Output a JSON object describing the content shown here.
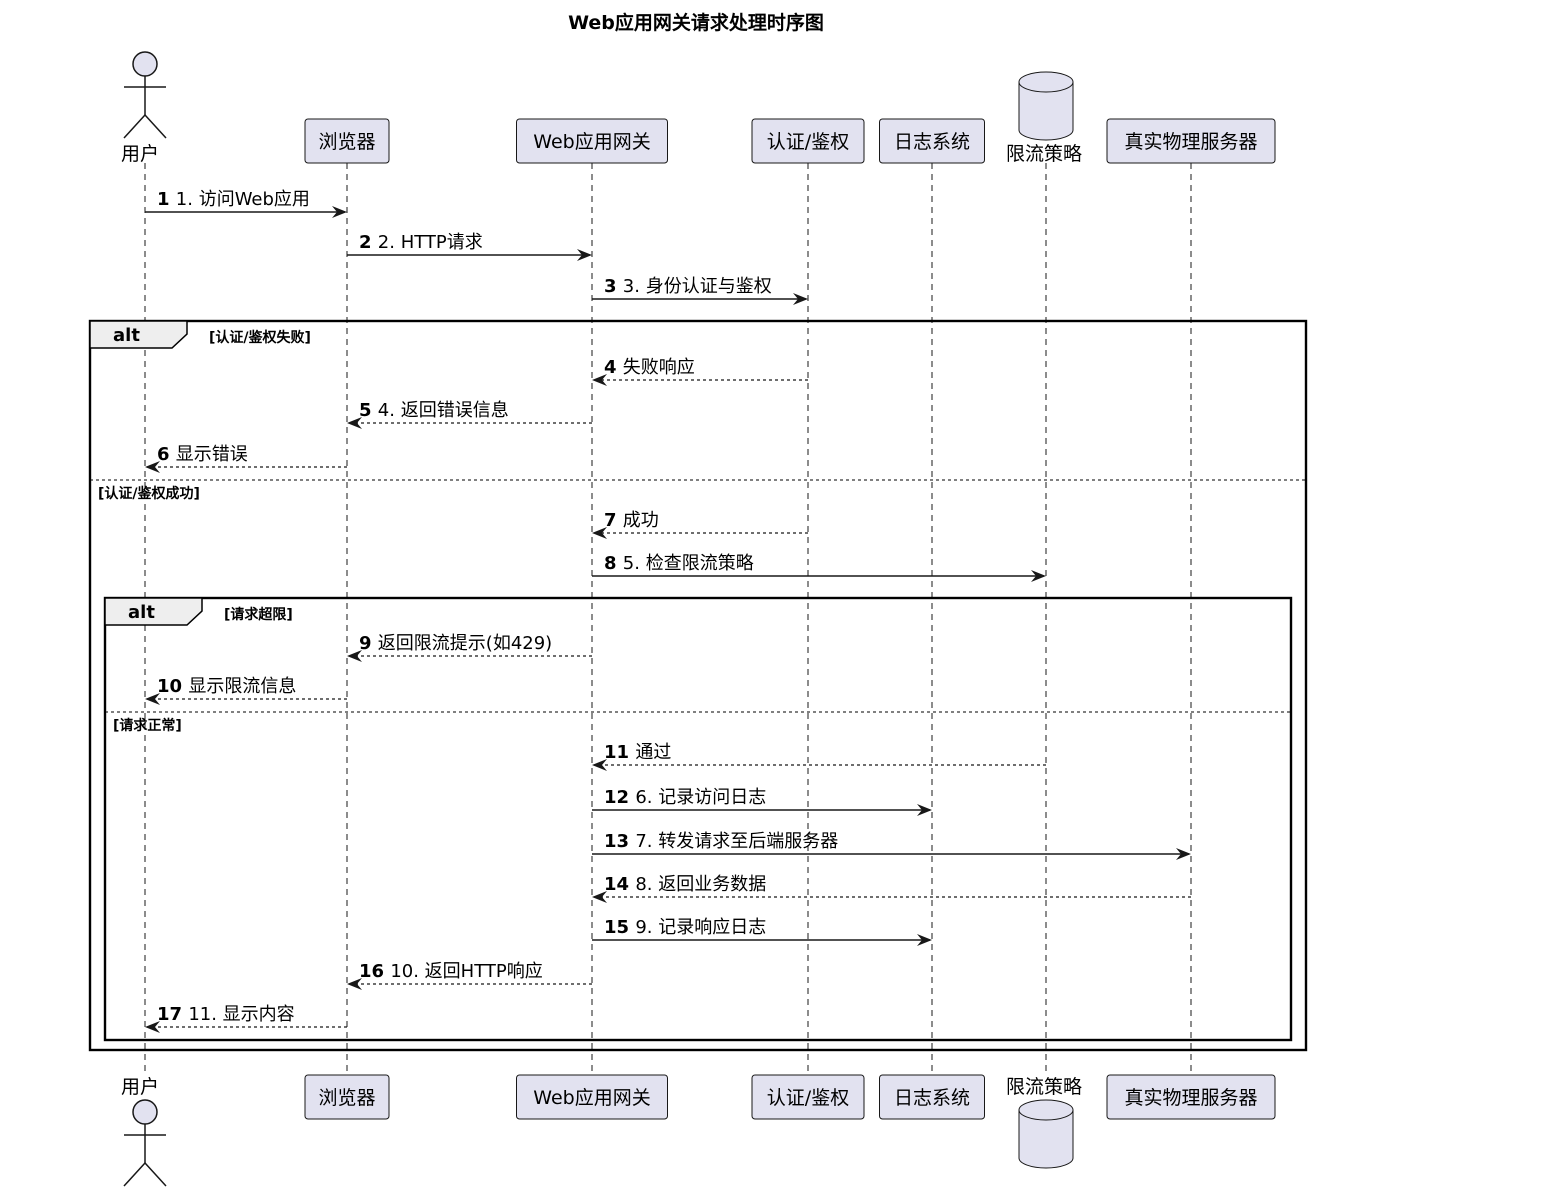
{
  "title": "Web应用网关请求处理时序图",
  "participants": [
    {
      "id": "user",
      "label": "用户",
      "kind": "actor"
    },
    {
      "id": "browser",
      "label": "浏览器",
      "kind": "participant"
    },
    {
      "id": "gateway",
      "label": "Web应用网关",
      "kind": "participant"
    },
    {
      "id": "auth",
      "label": "认证/鉴权",
      "kind": "participant"
    },
    {
      "id": "log",
      "label": "日志系统",
      "kind": "participant"
    },
    {
      "id": "ratelimit",
      "label": "限流策略",
      "kind": "database"
    },
    {
      "id": "server",
      "label": "真实物理服务器",
      "kind": "participant"
    }
  ],
  "messages": [
    {
      "num": "1",
      "text": "1. 访问Web应用",
      "from": "user",
      "to": "browser",
      "style": "solid"
    },
    {
      "num": "2",
      "text": "2. HTTP请求",
      "from": "browser",
      "to": "gateway",
      "style": "solid"
    },
    {
      "num": "3",
      "text": "3. 身份认证与鉴权",
      "from": "gateway",
      "to": "auth",
      "style": "solid"
    },
    {
      "num": "4",
      "text": "失败响应",
      "from": "auth",
      "to": "gateway",
      "style": "dashed"
    },
    {
      "num": "5",
      "text": "4. 返回错误信息",
      "from": "gateway",
      "to": "browser",
      "style": "dashed"
    },
    {
      "num": "6",
      "text": "显示错误",
      "from": "browser",
      "to": "user",
      "style": "dashed"
    },
    {
      "num": "7",
      "text": "成功",
      "from": "auth",
      "to": "gateway",
      "style": "dashed"
    },
    {
      "num": "8",
      "text": "5. 检查限流策略",
      "from": "gateway",
      "to": "ratelimit",
      "style": "solid"
    },
    {
      "num": "9",
      "text": "返回限流提示(如429)",
      "from": "gateway",
      "to": "browser",
      "style": "dashed"
    },
    {
      "num": "10",
      "text": "显示限流信息",
      "from": "browser",
      "to": "user",
      "style": "dashed"
    },
    {
      "num": "11",
      "text": "通过",
      "from": "ratelimit",
      "to": "gateway",
      "style": "dashed"
    },
    {
      "num": "12",
      "text": "6. 记录访问日志",
      "from": "gateway",
      "to": "log",
      "style": "solid"
    },
    {
      "num": "13",
      "text": "7. 转发请求至后端服务器",
      "from": "gateway",
      "to": "server",
      "style": "solid"
    },
    {
      "num": "14",
      "text": "8. 返回业务数据",
      "from": "server",
      "to": "gateway",
      "style": "dashed"
    },
    {
      "num": "15",
      "text": "9. 记录响应日志",
      "from": "gateway",
      "to": "log",
      "style": "solid"
    },
    {
      "num": "16",
      "text": "10. 返回HTTP响应",
      "from": "gateway",
      "to": "browser",
      "style": "dashed"
    },
    {
      "num": "17",
      "text": "11. 显示内容",
      "from": "browser",
      "to": "user",
      "style": "dashed"
    }
  ],
  "fragments": [
    {
      "keyword": "alt",
      "conditions": [
        "[认证/鉴权失败]",
        "[认证/鉴权成功]"
      ]
    },
    {
      "keyword": "alt",
      "conditions": [
        "[请求超限]",
        "[请求正常]"
      ]
    }
  ]
}
